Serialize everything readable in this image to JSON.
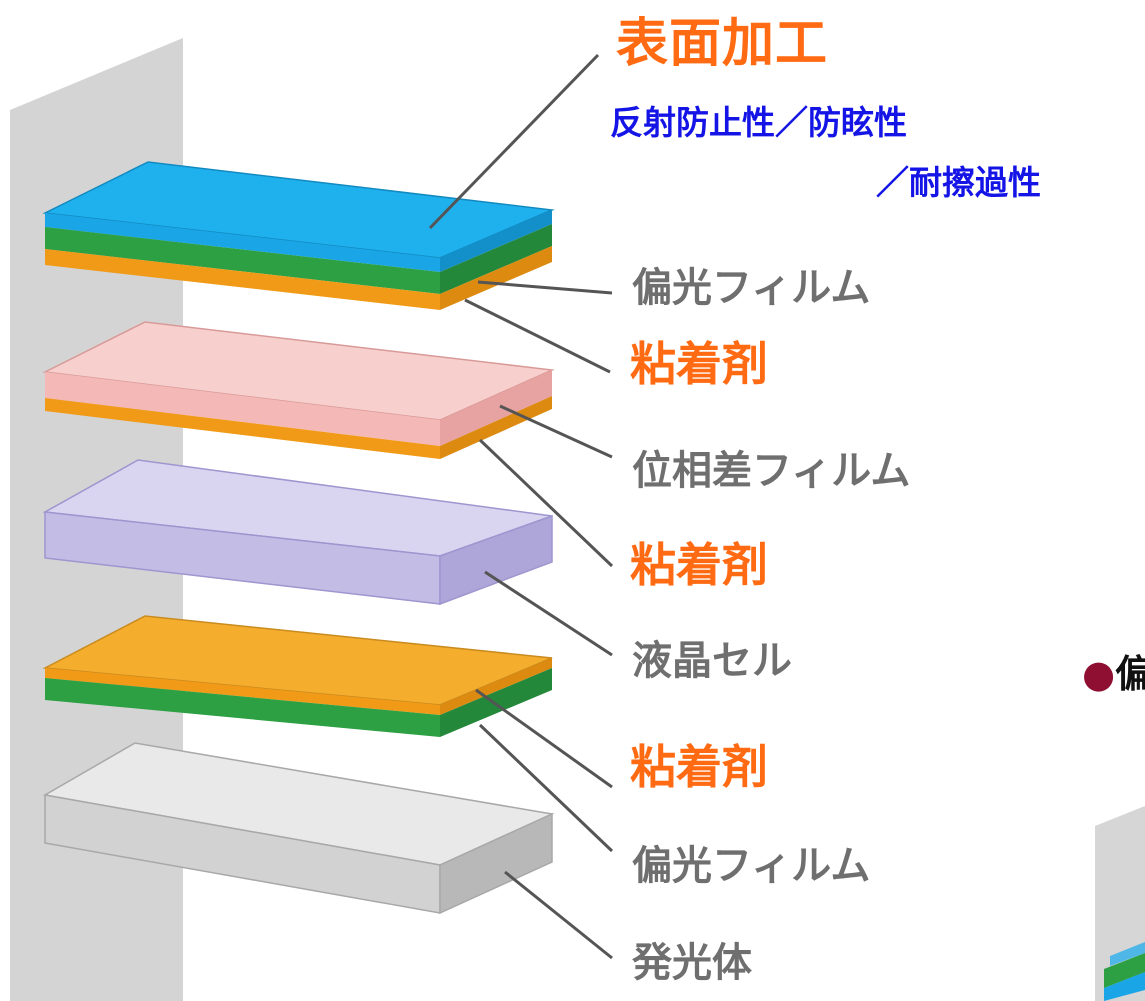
{
  "labels": {
    "surface_title": "表面加工",
    "surface_sub1": "反射防止性／防眩性",
    "surface_sub2": "／耐擦過性",
    "polarizer_top": "偏光フィルム",
    "adhesive_1": "粘着剤",
    "retardation_film": "位相差フィルム",
    "adhesive_2": "粘着剤",
    "lc_cell": "液晶セル",
    "adhesive_3": "粘着剤",
    "polarizer_bottom": "偏光フィルム",
    "emitter": "発光体"
  },
  "side_heading": {
    "bullet": "●",
    "text": "偏"
  },
  "colors": {
    "surface_layer": "#1aa6e6",
    "polarizer_layer": "#2ca043",
    "adhesive_layer": "#f19a17",
    "retardation_layer": "#f4b9b7",
    "lc_cell_layer": "#c3bde6",
    "emitter_layer": "#d9d9d9",
    "orange_text": "#ff6a12",
    "blue_text": "#1414e6",
    "gray_text": "#6f6f6f"
  }
}
